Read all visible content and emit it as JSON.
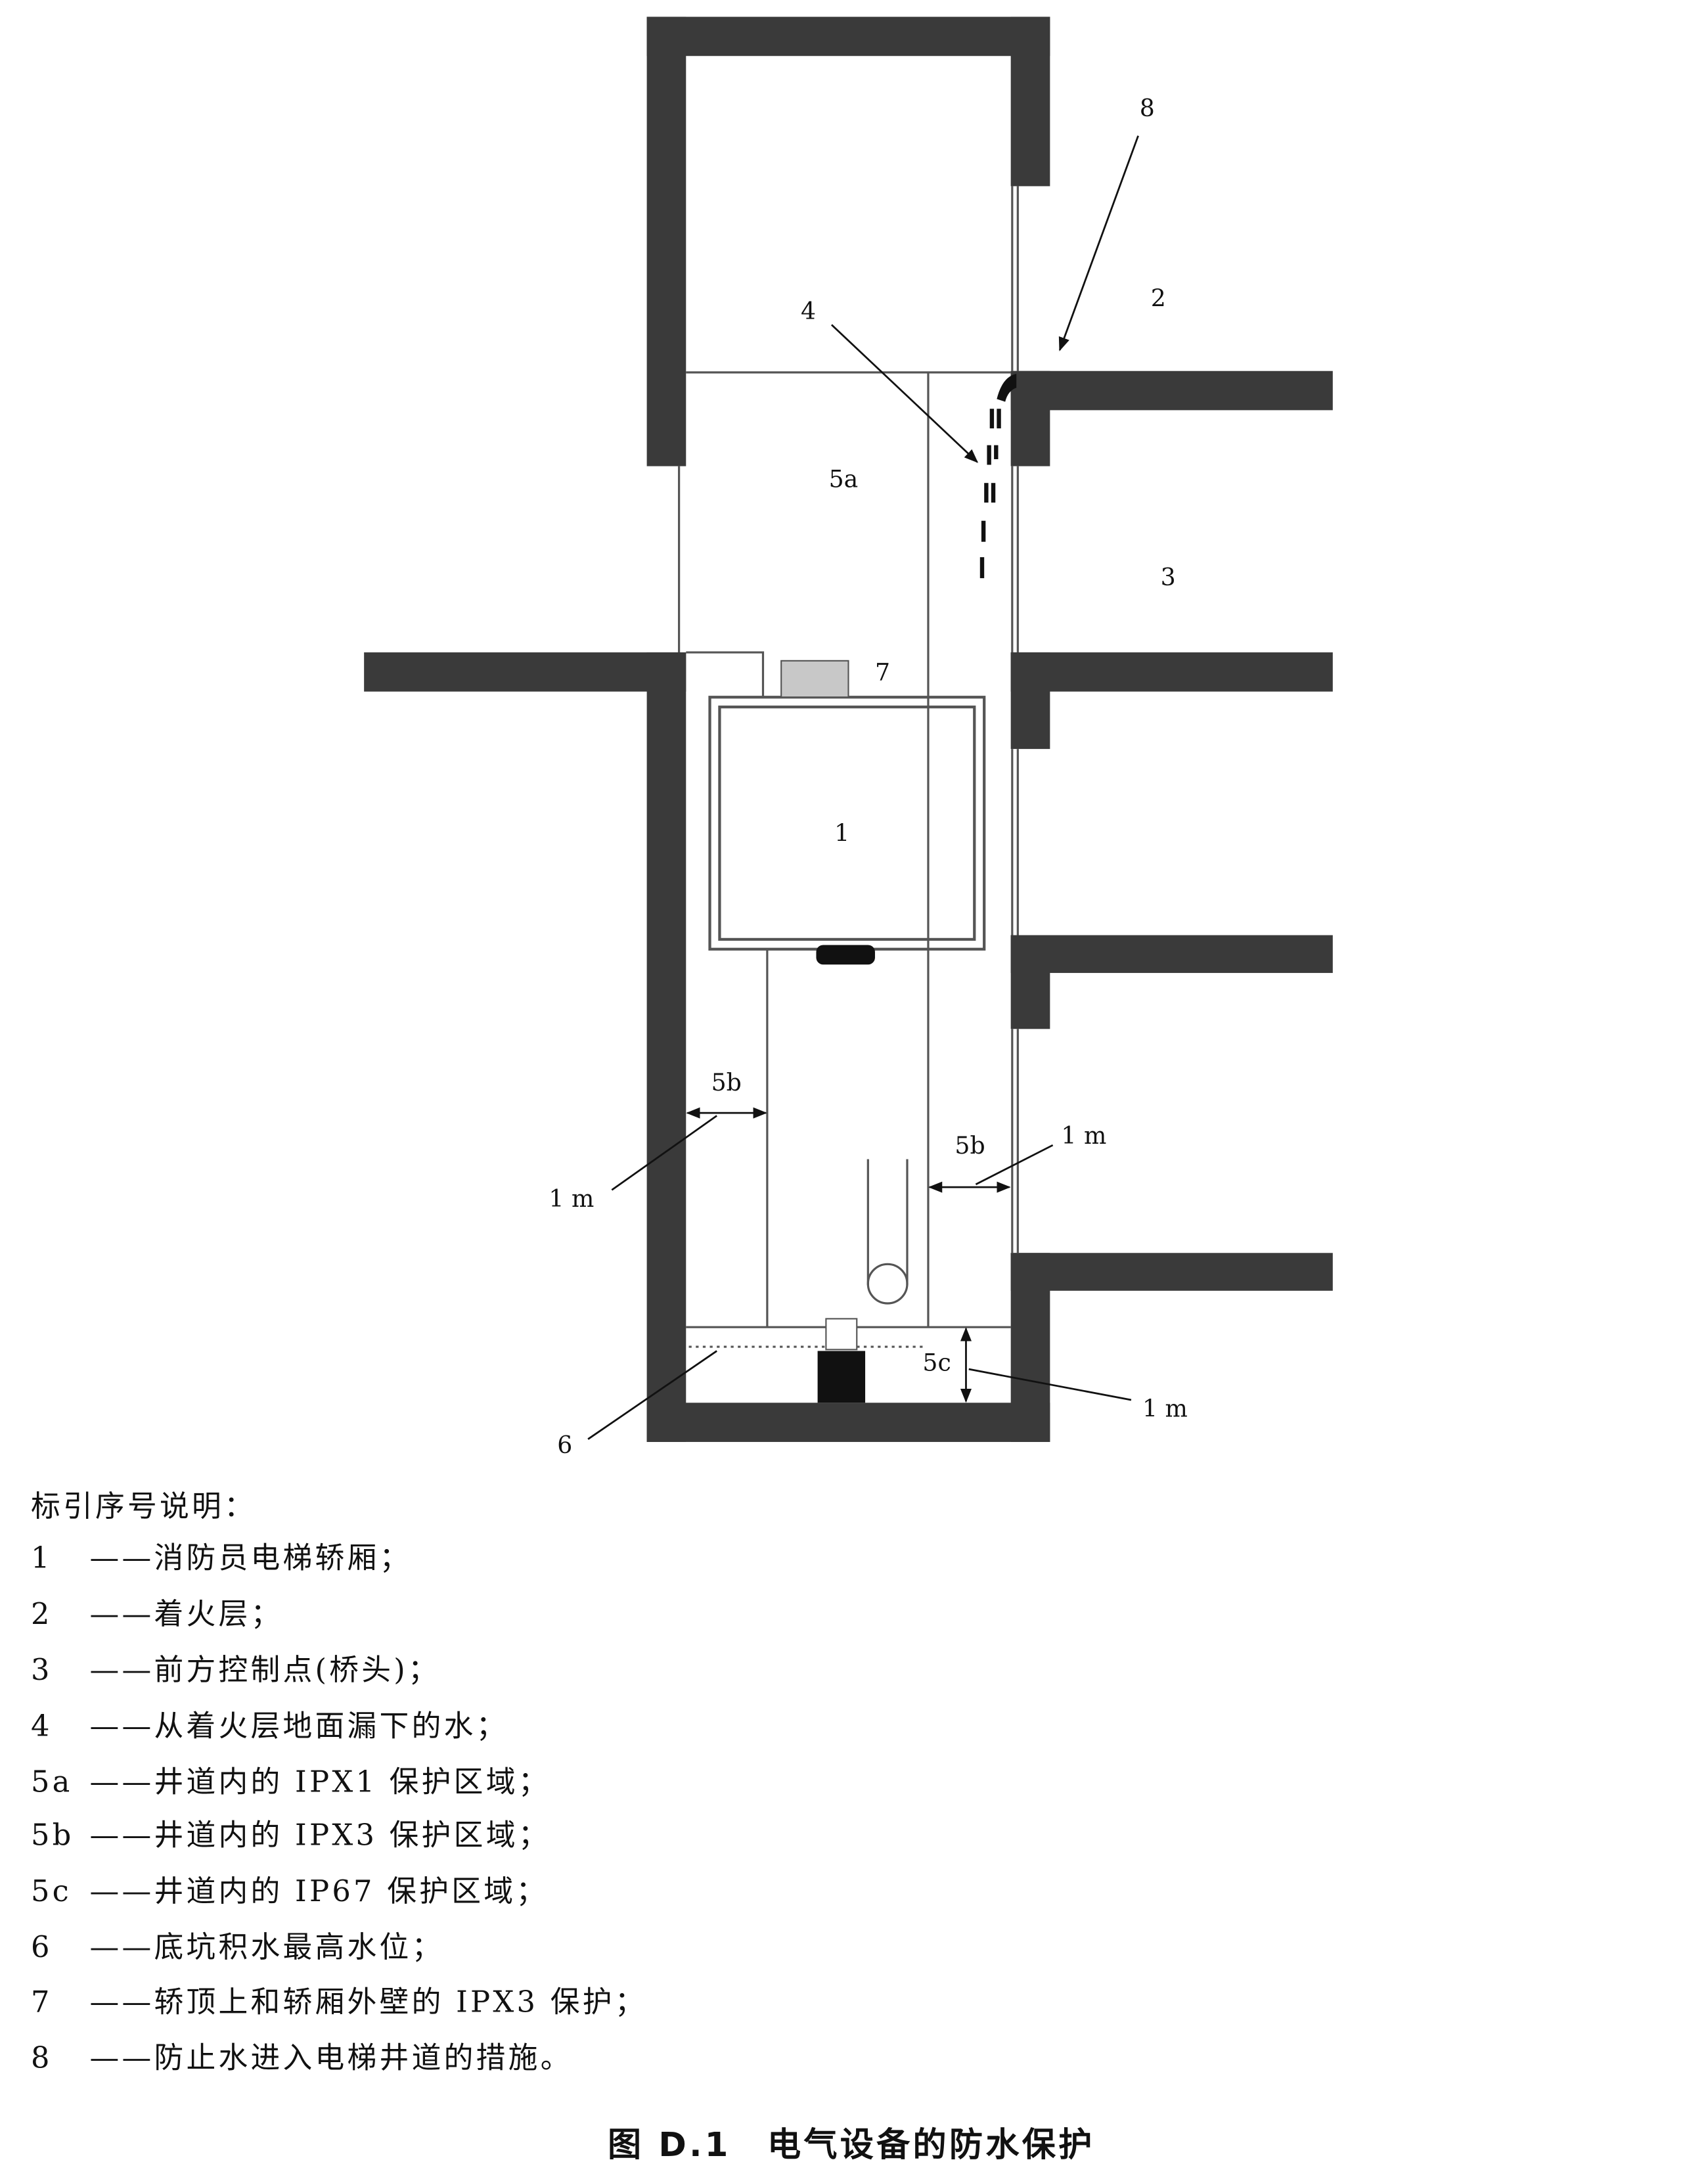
{
  "diagram": {
    "labels": {
      "l8": "8",
      "l2": "2",
      "l4": "4",
      "l5a": "5a",
      "l3": "3",
      "l7": "7",
      "l1": "1",
      "l5b_left": "5b",
      "l5b_right": "5b",
      "l1m_right": "1 m",
      "l1m_left": "1 m",
      "l5c": "5c",
      "l1m_bottom": "1 m",
      "l6": "6"
    },
    "colors": {
      "wall": "#3a3a3a",
      "box7": "#c8c8c8",
      "line": "#555555"
    }
  },
  "legend": {
    "title": "标引序号说明：",
    "items": [
      {
        "key": "1",
        "text": "——消防员电梯轿厢；"
      },
      {
        "key": "2",
        "text": "——着火层；"
      },
      {
        "key": "3",
        "text": "——前方控制点(桥头)；"
      },
      {
        "key": "4",
        "text": "——从着火层地面漏下的水；"
      },
      {
        "key": "5a",
        "text": "——井道内的 IPX1 保护区域；"
      },
      {
        "key": "5b",
        "text": "——井道内的 IPX3 保护区域；"
      },
      {
        "key": "5c",
        "text": "——井道内的 IP67 保护区域；"
      },
      {
        "key": "6",
        "text": "——底坑积水最高水位；"
      },
      {
        "key": "7",
        "text": "——轿顶上和轿厢外壁的 IPX3 保护；"
      },
      {
        "key": "8",
        "text": "——防止水进入电梯井道的措施。"
      }
    ]
  },
  "caption": "图 D.1　电气设备的防水保护"
}
